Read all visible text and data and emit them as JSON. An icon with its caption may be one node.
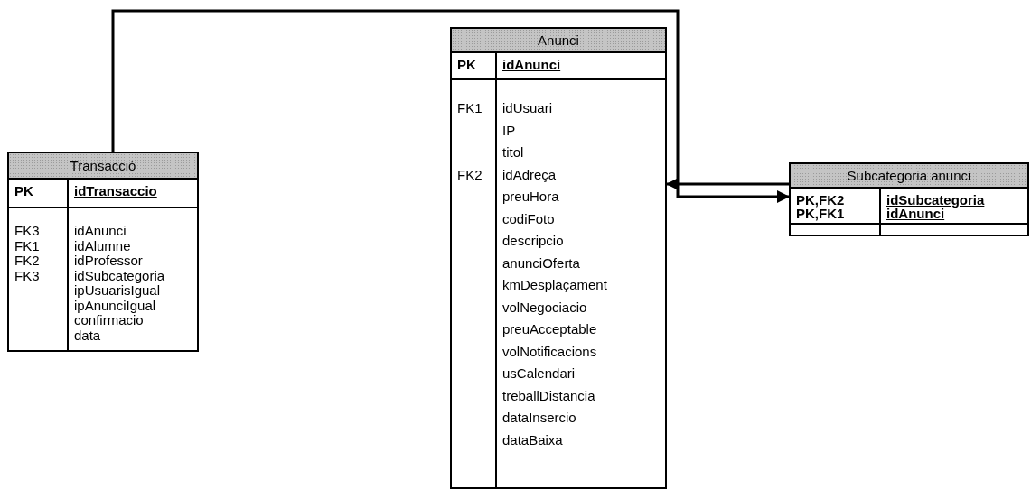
{
  "diagram": {
    "nodes": [
      {
        "text": [
          "Transacció",
          "PK",
          "idTransaccio",
          "FK3",
          "idAnunci",
          "FK1",
          "idAlumne",
          "FK2",
          "idProfessor",
          "FK3",
          "idSubcategoria",
          "ipUsuarisIgual",
          "ipAnunciIgual",
          "confirmacio",
          "data"
        ]
      },
      {
        "text": [
          "Anunci",
          "PK",
          "idAnunci",
          "FK1",
          "idUsuari",
          "IP",
          "titol",
          "FK2",
          "idAdreça",
          "preuHora",
          "codiFoto",
          "descripcio",
          "anunciOferta",
          "kmDesplaçament",
          "volNegociacio",
          "preuAcceptable",
          "volNotificacions",
          "usCalendari",
          "treballDistancia",
          "dataInsercio",
          "dataBaixa"
        ]
      },
      {
        "text": [
          "Subcategoria anunci",
          "PK,FK2",
          "idSubcategoria",
          "PK,FK1",
          "idAnunci"
        ]
      }
    ],
    "edges": [
      {
        "from": 2,
        "to": 1,
        "arrow": "to"
      },
      {
        "from": 0,
        "to": 2,
        "arrow": "to"
      }
    ]
  }
}
